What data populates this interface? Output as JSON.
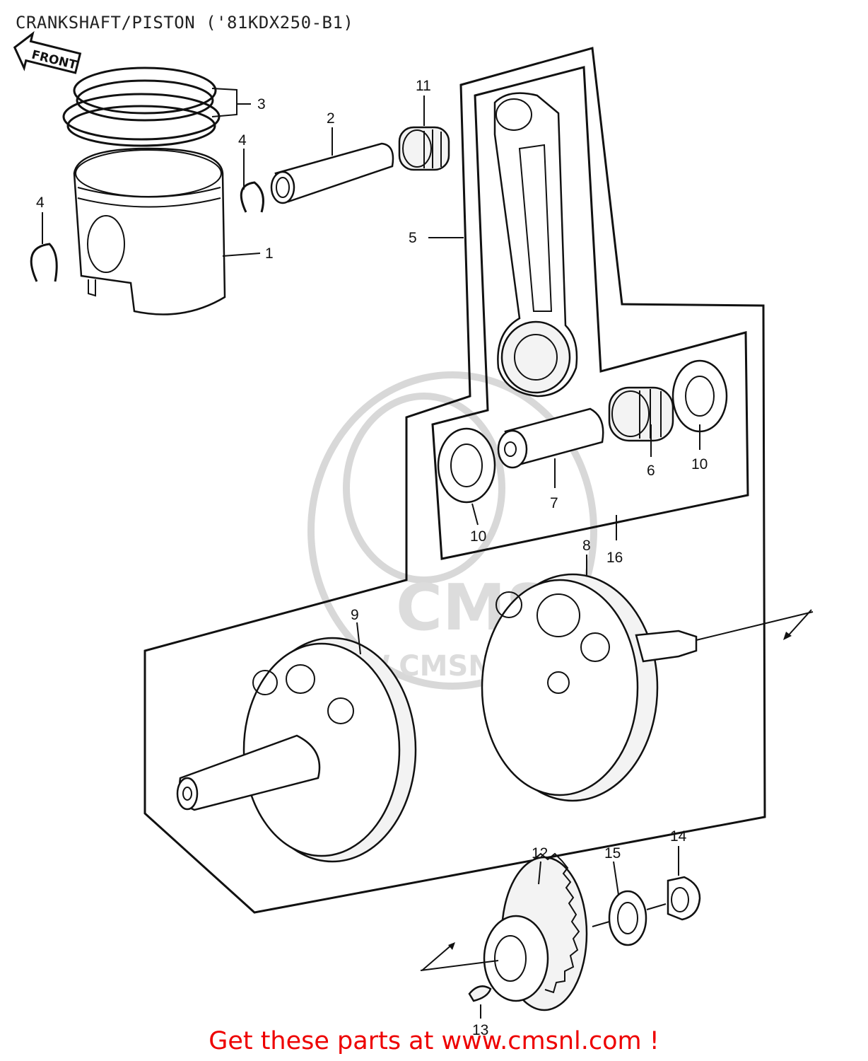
{
  "title": "CRANKSHAFT/PISTON ('81KDX250-B1)",
  "front_tag": "FRONT",
  "watermark": {
    "text": "WWW.CMSNL.COM",
    "logo": "CMS"
  },
  "footer": "Get these parts at www.cmsnl.com !",
  "callouts": [
    "1",
    "2",
    "3",
    "4",
    "4",
    "5",
    "6",
    "7",
    "8",
    "9",
    "10",
    "10",
    "11",
    "12",
    "13",
    "14",
    "15",
    "16"
  ],
  "colors": {
    "footer": "#ee0000",
    "lines": "#111111",
    "watermark": "#d8d8d8"
  }
}
